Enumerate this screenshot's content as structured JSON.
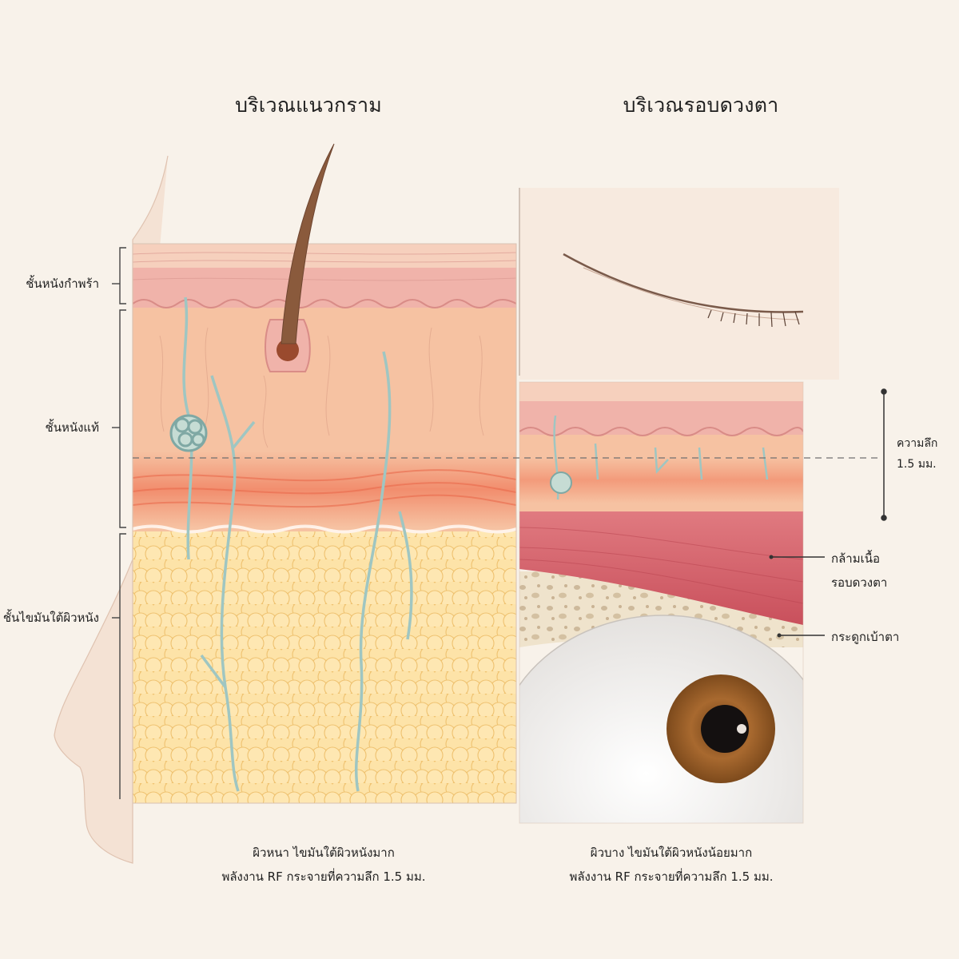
{
  "titles": {
    "jawline": "บริเวณแนวกราม",
    "eye_area": "บริเวณรอบดวงตา"
  },
  "layer_labels": {
    "epidermis": "ชั้นหนังกำพร้า",
    "dermis": "ชั้นหนังแท้",
    "subcutaneous_fat": "ชั้นไขมันใต้ผิวหนัง"
  },
  "eye_labels": {
    "depth_line1": "ความลึก",
    "depth_line2": "1.5 มม.",
    "muscle_line1": "กล้ามเนื้อ",
    "muscle_line2": "รอบดวงตา",
    "bone": "กระดูกเบ้าตา"
  },
  "captions": {
    "jawline_line1": "ผิวหนา ไขมันใต้ผิวหนังมาก",
    "jawline_line2": "พลังงาน RF กระจายที่ความลึก 1.5 มม.",
    "eye_line1": "ผิวบาง ไขมันใต้ผิวหนังน้อยมาก",
    "eye_line2": "พลังงาน RF กระจายที่ความลึก 1.5 มม."
  },
  "colors": {
    "background": "#f8f2ea",
    "epidermis": "#f0b3aa",
    "dermis": "#f6c2a2",
    "rf_band": "#f07c5c",
    "fat": "#fbd996",
    "muscle": "#d9616b",
    "bone": "#efe3cc",
    "vessel": "#9fc6c2",
    "iris": "#a56a34"
  }
}
